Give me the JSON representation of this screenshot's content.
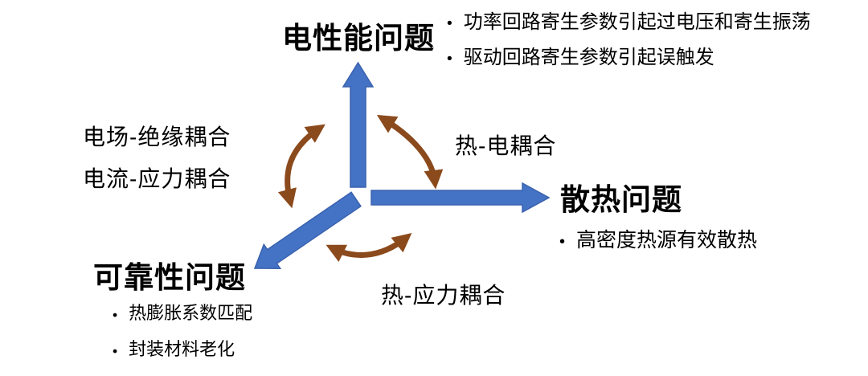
{
  "colors": {
    "background": "#ffffff",
    "node_arrow_fill": "#4472C4",
    "node_arrow_stroke": "#3A62AE",
    "coupling_arrow": "#8B4A1C",
    "text": "#000000"
  },
  "nodes": {
    "electrical": {
      "title": "电性能问题",
      "bullets": [
        "功率回路寄生参数引起过电压和寄生振荡",
        "驱动回路寄生参数引起误触发"
      ]
    },
    "heat": {
      "title": "散热问题",
      "bullets": [
        "高密度热源有效散热"
      ]
    },
    "reliability": {
      "title": "可靠性问题",
      "bullets": [
        "热膨胀系数匹配",
        "封装材料老化"
      ]
    }
  },
  "couplings": {
    "field_insulation": "电场-绝缘耦合",
    "current_stress": "电流-应力耦合",
    "thermal_electrical": "热-电耦合",
    "thermal_stress": "热-应力耦合"
  }
}
